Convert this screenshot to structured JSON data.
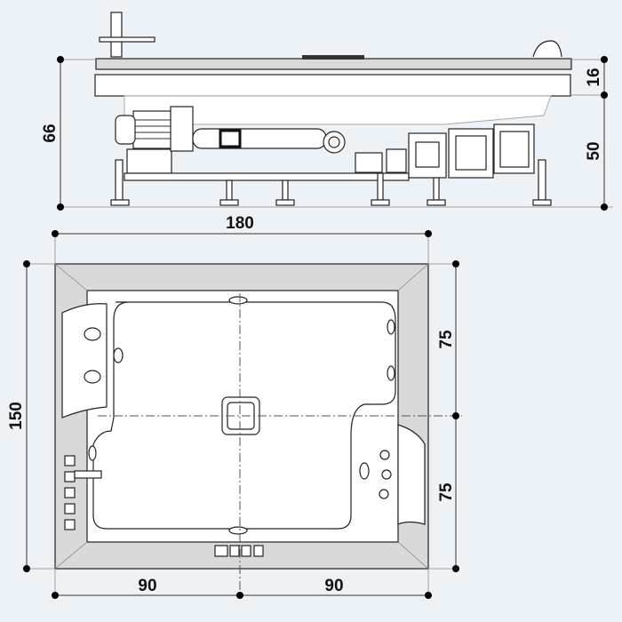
{
  "title": "Bathtub dimension drawing",
  "dimensions": {
    "side_total_height": "66",
    "side_rim_height": "16",
    "side_body_height": "50",
    "top_width": "180",
    "top_depth": "150",
    "top_depth_upper_half": "75",
    "top_depth_lower_half": "75",
    "top_width_left_half": "90",
    "top_width_right_half": "90"
  },
  "colors": {
    "background": "#edf2f7",
    "rim": "#d9d9d9",
    "line": "#222222"
  }
}
